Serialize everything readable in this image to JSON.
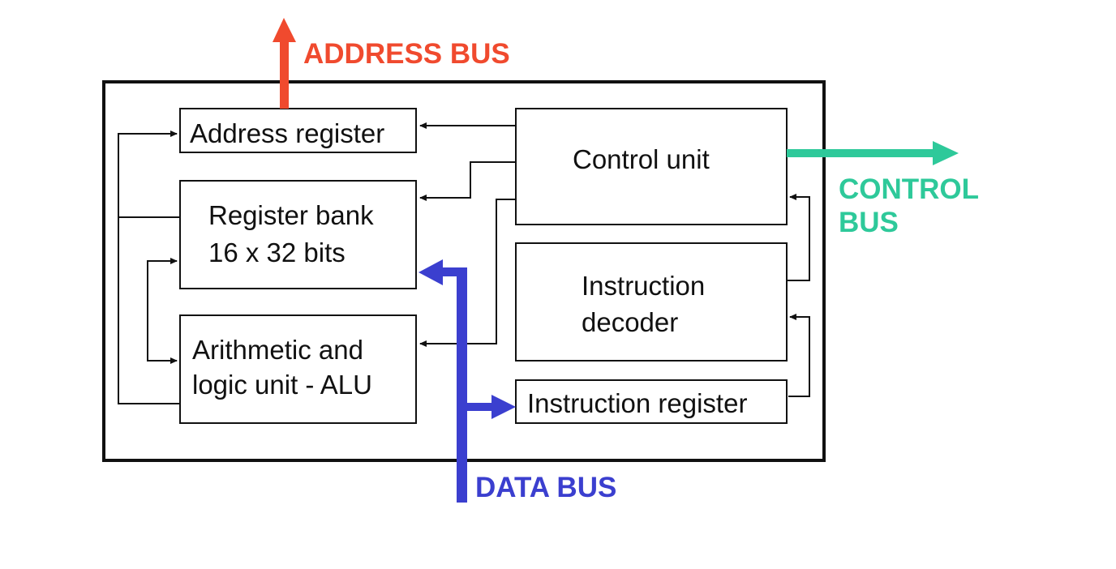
{
  "blocks": {
    "address_register": "Address register",
    "register_bank": {
      "line1": "Register bank",
      "line2": "16 x 32 bits"
    },
    "alu": {
      "line1": "Arithmetic and",
      "line2": "logic unit - ALU"
    },
    "control_unit": "Control unit",
    "instruction_decoder": {
      "line1": "Instruction",
      "line2": "decoder"
    },
    "instruction_register": "Instruction register"
  },
  "buses": {
    "address": {
      "label": "ADDRESS BUS",
      "color": "#f04a2e"
    },
    "control": {
      "line1": "CONTROL",
      "line2": "BUS",
      "color": "#2ec99a"
    },
    "data": {
      "label": "DATA BUS",
      "color": "#3b3fcf"
    }
  },
  "colors": {
    "outline": "#111111",
    "background": "#ffffff"
  }
}
